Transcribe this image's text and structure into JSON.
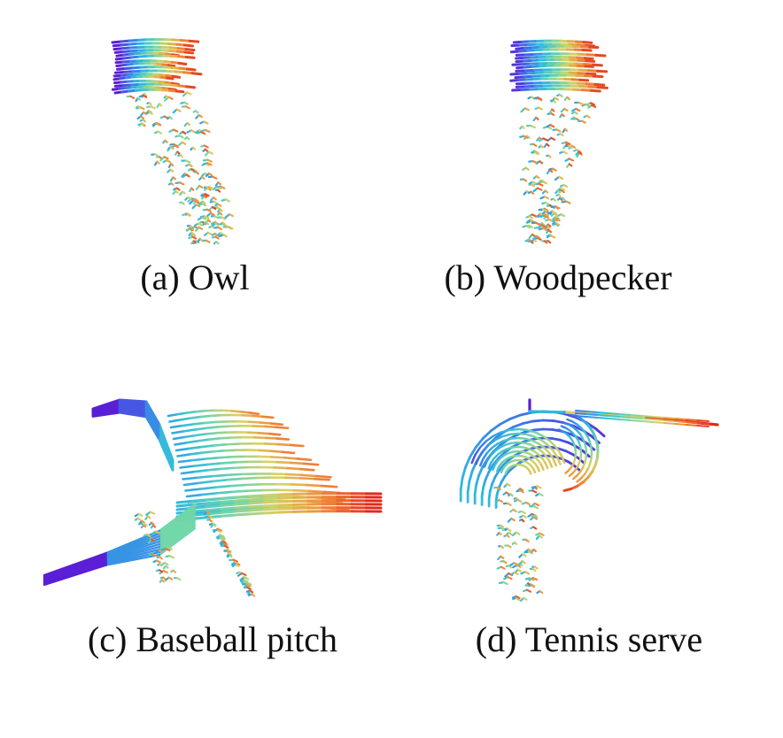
{
  "figure": {
    "panels": [
      {
        "id": "a",
        "caption": "(a) Owl"
      },
      {
        "id": "b",
        "caption": "(b) Woodpecker"
      },
      {
        "id": "c",
        "caption": "(c) Baseball pitch"
      },
      {
        "id": "d",
        "caption": "(d) Tennis serve"
      }
    ],
    "colormap": [
      "#5a1fd6",
      "#3f6fe8",
      "#2fb8e0",
      "#6fd6a8",
      "#d8d060",
      "#f08a3a",
      "#e02a1a"
    ]
  }
}
